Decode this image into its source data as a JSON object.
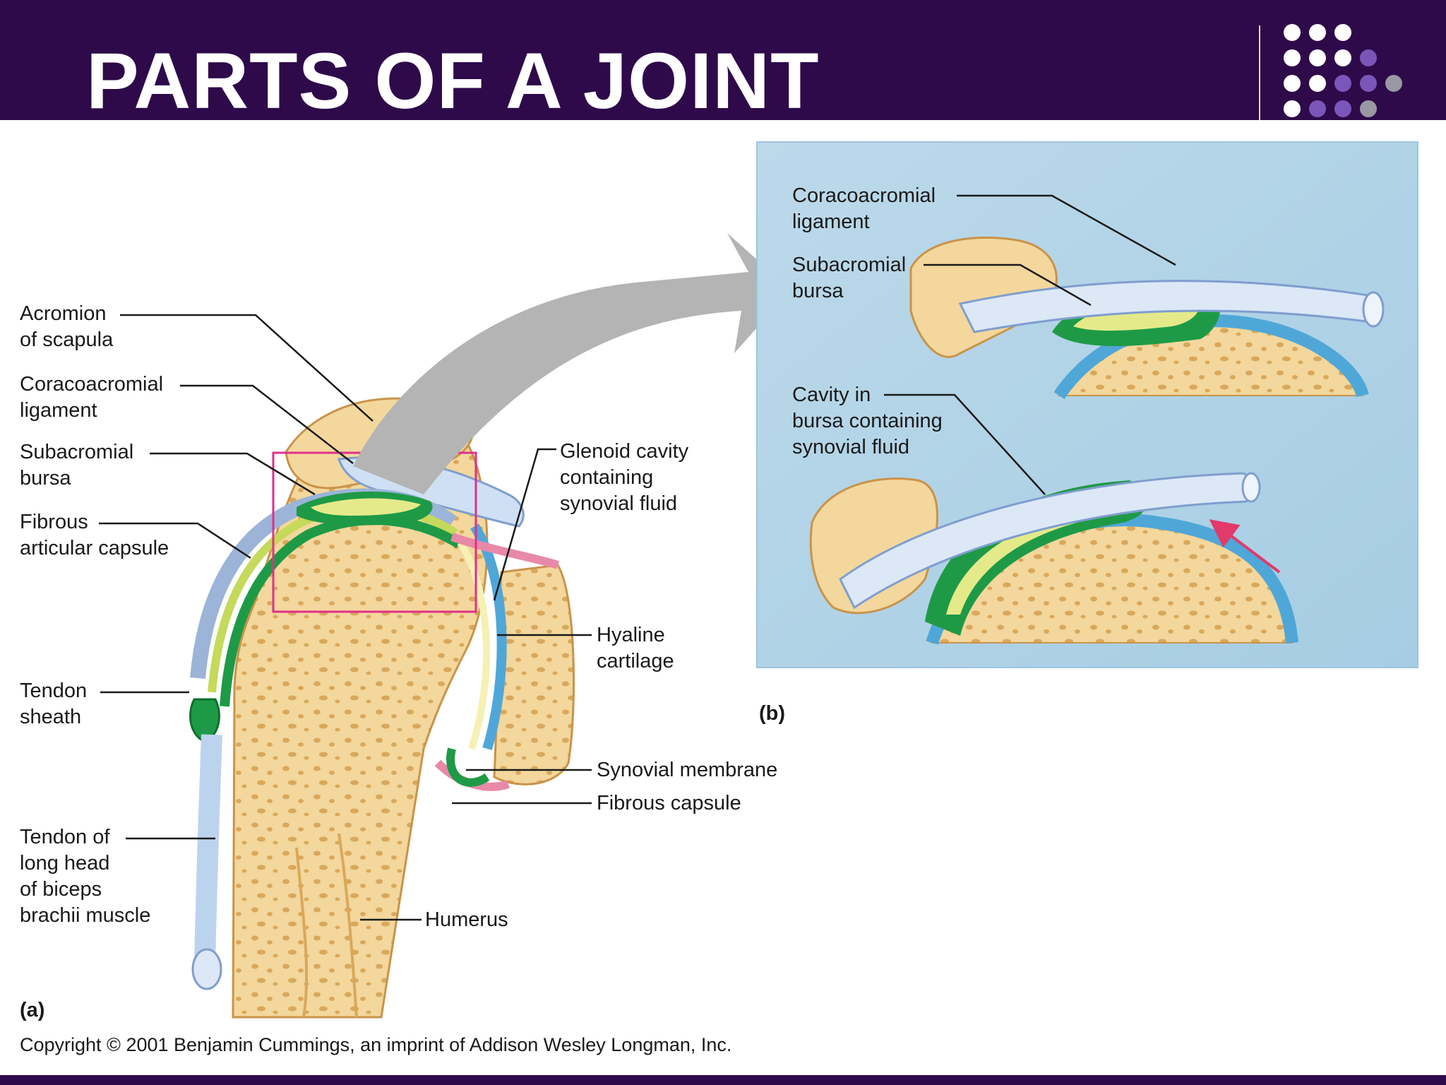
{
  "slide": {
    "title": "PARTS OF A JOINT",
    "colors": {
      "header": "#2e0a4a",
      "dot_white": "#ffffff",
      "dot_purple": "#7b56b8",
      "dot_gray": "#9a98a4"
    }
  },
  "figure_a": {
    "tag": "(a)",
    "labels": {
      "acromion": "Acromion\nof scapula",
      "coracoacromial": "Coracoacromial\nligament",
      "subacromial": "Subacromial\nbursa",
      "fibrous_articular": "Fibrous\narticular capsule",
      "tendon_sheath": "Tendon\nsheath",
      "tendon_biceps": "Tendon of\nlong head\nof biceps\nbrachii muscle",
      "glenoid": "Glenoid cavity\ncontaining\nsynovial fluid",
      "hyaline": "Hyaline\ncartilage",
      "synovial_membrane": "Synovial membrane",
      "fibrous_capsule": "Fibrous capsule",
      "humerus": "Humerus"
    }
  },
  "figure_b": {
    "tag": "(b)",
    "labels": {
      "coracoacromial": "Coracoacromial\nligament",
      "subacromial": "Subacromial\nbursa",
      "cavity": "Cavity in\nbursa containing\nsynovial fluid"
    }
  },
  "copyright": "Copyright © 2001 Benjamin Cummings, an imprint of Addison Wesley Longman, Inc."
}
